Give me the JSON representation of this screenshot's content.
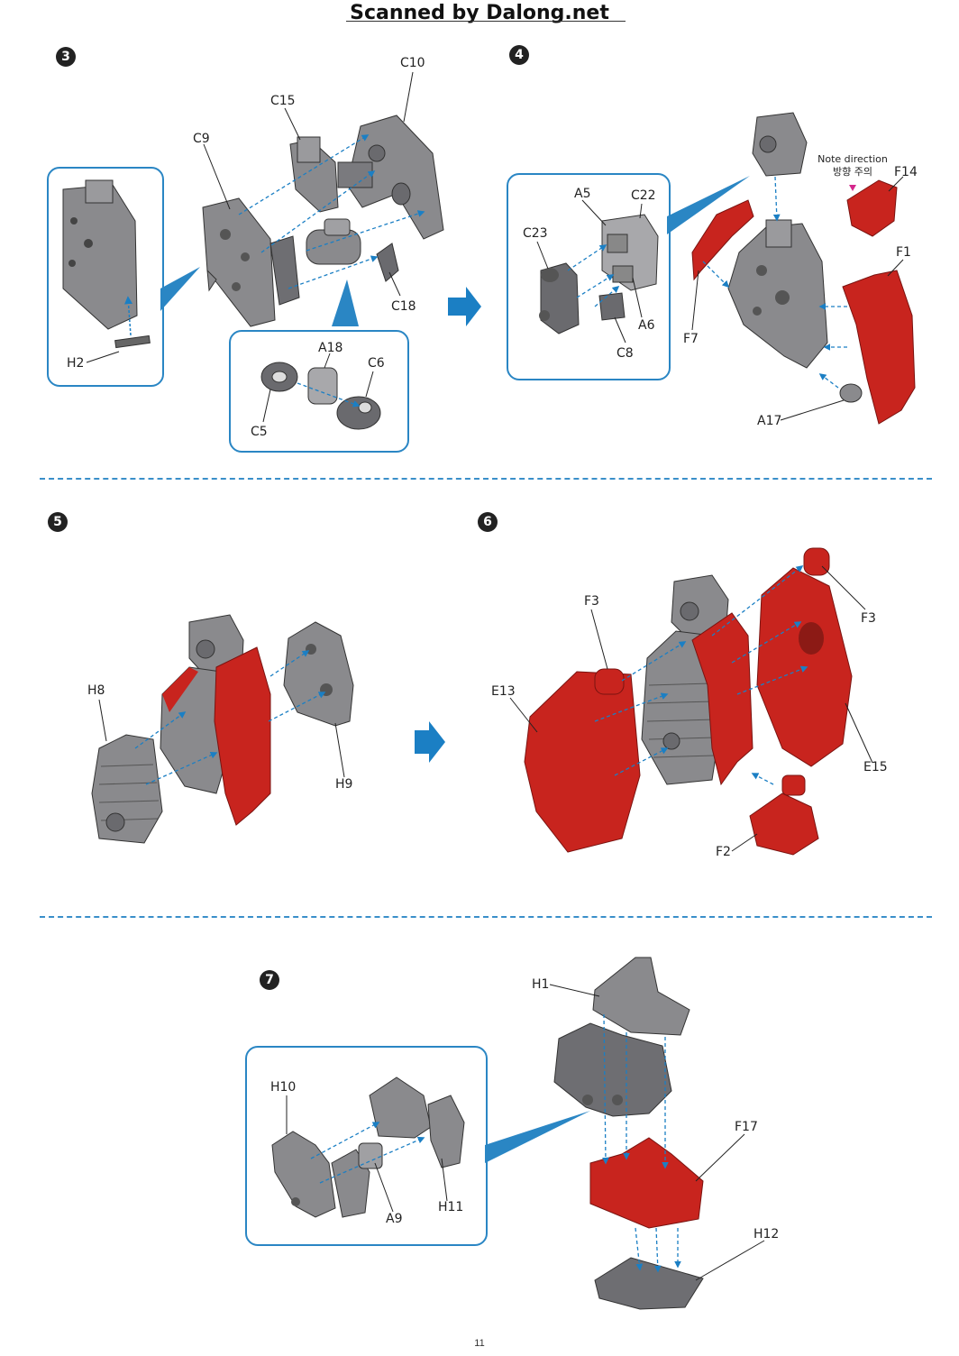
{
  "header": {
    "title": "Scanned by Dalong.net"
  },
  "steps": {
    "s3": {
      "number": "3",
      "labels": {
        "c10": "C10",
        "c15": "C15",
        "c9": "C9",
        "c18": "C18",
        "h2": "H2",
        "a18": "A18",
        "c6": "C6",
        "c5": "C5"
      }
    },
    "s4": {
      "number": "4",
      "labels": {
        "a5": "A5",
        "c22": "C22",
        "c23": "C23",
        "a6": "A6",
        "c8": "C8",
        "f7": "F7",
        "f14": "F14",
        "f1": "F1",
        "a17": "A17"
      },
      "note_en": "Note direction",
      "note_ko": "방향 주의"
    },
    "s5": {
      "number": "5",
      "labels": {
        "h8": "H8",
        "h9": "H9"
      }
    },
    "s6": {
      "number": "6",
      "labels": {
        "f3a": "F3",
        "f3b": "F3",
        "e13": "E13",
        "e15": "E15",
        "f2": "F2"
      }
    },
    "s7": {
      "number": "7",
      "labels": {
        "h1": "H1",
        "h10": "H10",
        "a9": "A9",
        "h11": "H11",
        "f17": "F17",
        "h12": "H12"
      }
    }
  },
  "colors": {
    "red": "#c8241e",
    "gray": "#8a8a8d",
    "dark": "#5e5e62",
    "blue": "#2a86c4",
    "arrow": "#1b7fc4"
  },
  "footer": {
    "page_number": "11"
  }
}
